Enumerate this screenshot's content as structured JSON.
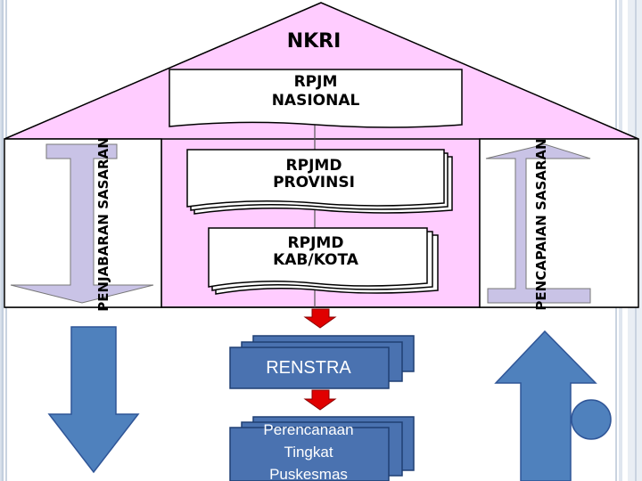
{
  "house": {
    "title": "NKRI",
    "colors": {
      "fill": "#ffccff",
      "outline": "#000000"
    }
  },
  "documents": [
    {
      "lines": [
        "RPJM",
        "NASIONAL"
      ]
    },
    {
      "lines": [
        "RPJMD",
        "PROVINSI"
      ]
    },
    {
      "lines": [
        "RPJMD",
        "KAB/KOTA"
      ]
    }
  ],
  "side_arrows": {
    "left_label": "PENJABARAN SASARAN",
    "right_label": "PENCAPAIAN SASARAN",
    "fill_color": "#c9c3e6"
  },
  "boxes": [
    {
      "lines": [
        "RENSTRA"
      ]
    },
    {
      "lines": [
        "Perencanaan",
        "Tingkat",
        "Puskesmas"
      ]
    }
  ],
  "colors": {
    "blue_arrow": "#4f81bd",
    "blue_dark": "#2f5597",
    "connector": "#e00000",
    "box_fill": "#4a72b0",
    "frame": "#b9c6d8"
  }
}
